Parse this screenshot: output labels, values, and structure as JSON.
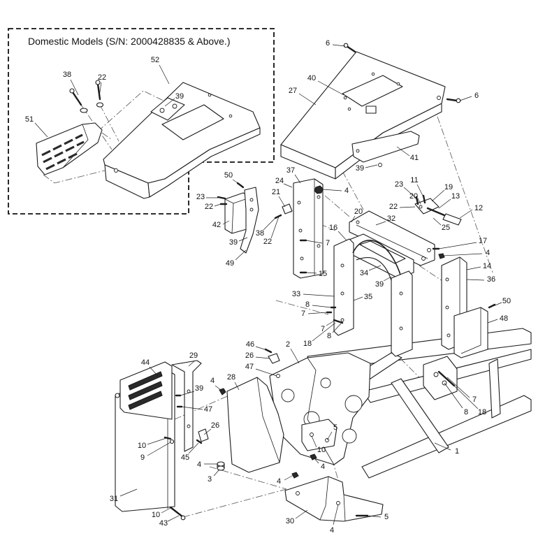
{
  "header": {
    "inset_title": "Domestic Models (S/N: 2000428835 & Above.)"
  },
  "callouts": [
    "52",
    "38",
    "22",
    "39",
    "51",
    "6",
    "40",
    "27",
    "6",
    "41",
    "39",
    "37",
    "4",
    "50",
    "24",
    "23",
    "21",
    "22",
    "42",
    "38",
    "39",
    "22",
    "49",
    "23",
    "11",
    "19",
    "20",
    "13",
    "22",
    "12",
    "25",
    "20",
    "32",
    "16",
    "7",
    "17",
    "4",
    "14",
    "15",
    "34",
    "39",
    "36",
    "33",
    "35",
    "8",
    "7",
    "7",
    "8",
    "18",
    "50",
    "48",
    "46",
    "2",
    "26",
    "47",
    "44",
    "29",
    "28",
    "4",
    "39",
    "47",
    "26",
    "10",
    "9",
    "45",
    "4",
    "5",
    "10",
    "4",
    "3",
    "4",
    "31",
    "1",
    "7",
    "8",
    "18",
    "30",
    "5",
    "4",
    "10",
    "43"
  ],
  "colors": {
    "line": "#1c1c1c",
    "background": "#ffffff"
  }
}
